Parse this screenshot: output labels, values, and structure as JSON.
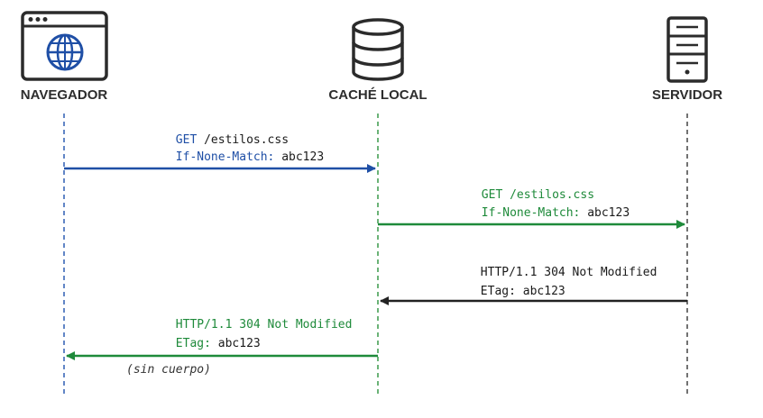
{
  "participants": {
    "navegador": {
      "label": "NAVEGADOR",
      "icon": "browser-globe-icon",
      "lifeline_color": "#2f5fb3"
    },
    "cache": {
      "label": "CACHÉ LOCAL",
      "icon": "database-icon",
      "lifeline_color": "#3a9a4a"
    },
    "servidor": {
      "label": "SERVIDOR",
      "icon": "server-icon",
      "lifeline_color": "#444444"
    }
  },
  "messages": [
    {
      "id": "m1",
      "line1_method": "GET",
      "line1_path": " /estilos.css",
      "line2_header": "If-None-Match:",
      "line2_value": " abc123",
      "color": "#1f4fa6"
    },
    {
      "id": "m2",
      "line1_method": "GET",
      "line1_path": " /estilos.css",
      "line2_header": "If-None-Match:",
      "line2_value": " abc123",
      "color": "#1e8a3a"
    },
    {
      "id": "m3",
      "line1_method": "HTTP/1.1 304 Not Modified",
      "line1_path": "",
      "line2_header": "ETag:",
      "line2_value": " abc123",
      "color": "#222222"
    },
    {
      "id": "m4",
      "line1_method": "HTTP/1.1 304 Not Modified",
      "line1_path": "",
      "line2_header": "ETag:",
      "line2_value": " abc123",
      "color": "#1e8a3a",
      "note": "(sin cuerpo)"
    }
  ]
}
